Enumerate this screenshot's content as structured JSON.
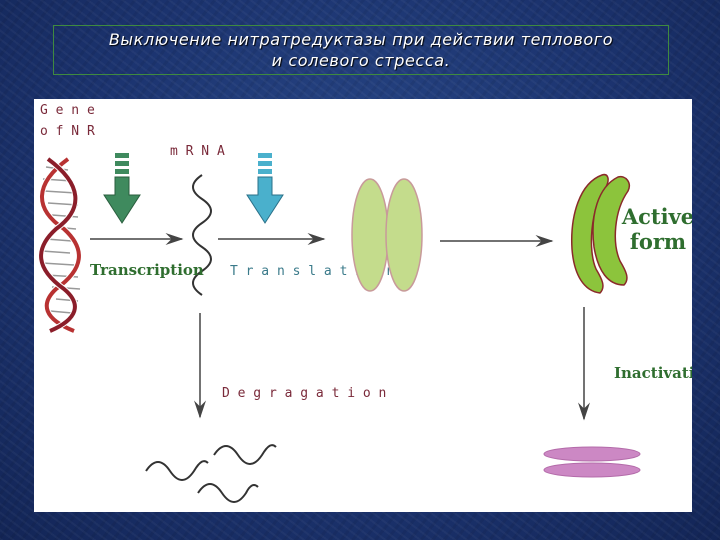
{
  "slide": {
    "title_line1": "Выключение нитратредуктазы при действии теплового",
    "title_line2": "и солевого стресса."
  },
  "diagram": {
    "gene_label_line1": "G e n e",
    "gene_label_line2": "o f  N R",
    "mrna_label": "m R N A",
    "transcription_label": "Transcription",
    "translation_label": "T r a n s l a t i o n",
    "degragation_label": "D e g r a g a t i o n",
    "active_form_line1": "Active",
    "active_form_line2": "form",
    "inactivation_label": "Inactivation",
    "colors": {
      "transcription_arrow": "#3f8a5e",
      "translation_arrow": "#4ab0cc",
      "enzyme_subunit": "#c4dc8c",
      "active_form": "#8cc43c",
      "inactive_form": "#cc88c4",
      "label_maroon": "#7a2a3a",
      "label_green": "#2f6e2f"
    }
  }
}
